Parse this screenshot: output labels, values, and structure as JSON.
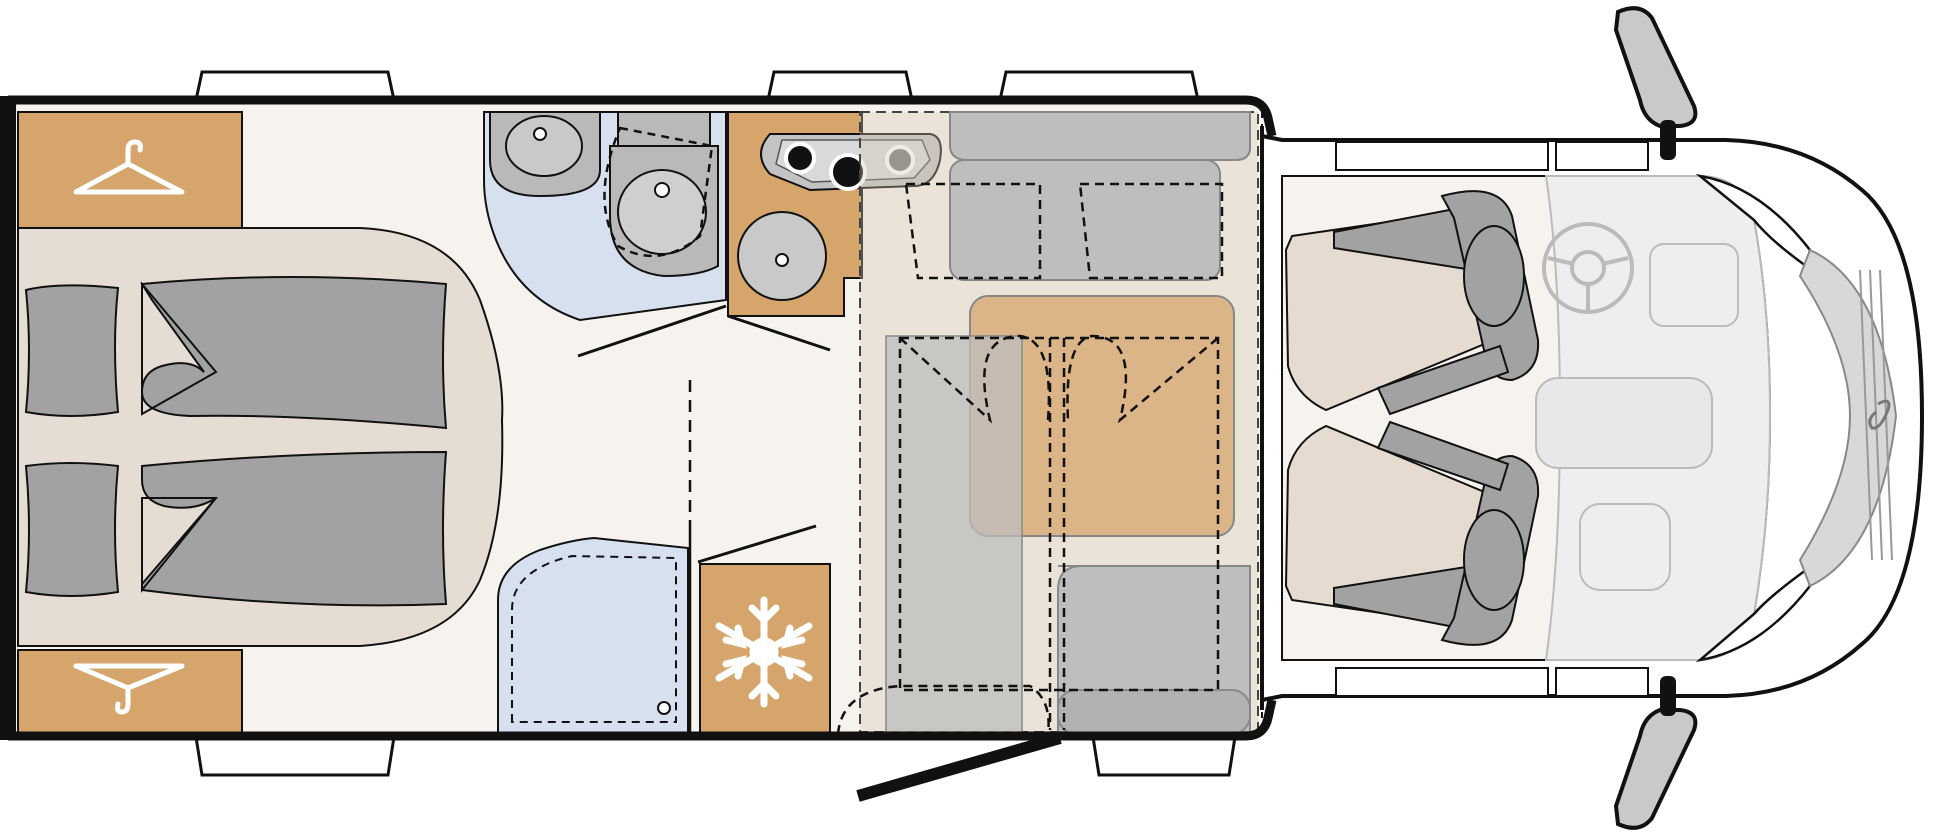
{
  "diagram": {
    "kind": "motorhome floor plan (top view)",
    "colors": {
      "outline": "#111111",
      "floor": "#f6f3ee",
      "bed_area": "#e5ddd3",
      "cushion": "#a2a2a2",
      "cabinet": "#d6a56c",
      "bathroom": "#d6e0ee",
      "seat_gray": "#bebebe",
      "cab_seat": "#e5dbd0",
      "cab_gray": "#e6e6e6"
    },
    "icons": [
      "wardrobe-hanger-icon",
      "wardrobe-hanger-icon",
      "fridge-snowflake-icon",
      "steering-wheel-icon",
      "brand-logo-icon"
    ],
    "zones": [
      "rear-bedroom",
      "bathroom",
      "shower",
      "kitchen",
      "fridge",
      "dinette",
      "drop-down-bed",
      "cab"
    ]
  }
}
